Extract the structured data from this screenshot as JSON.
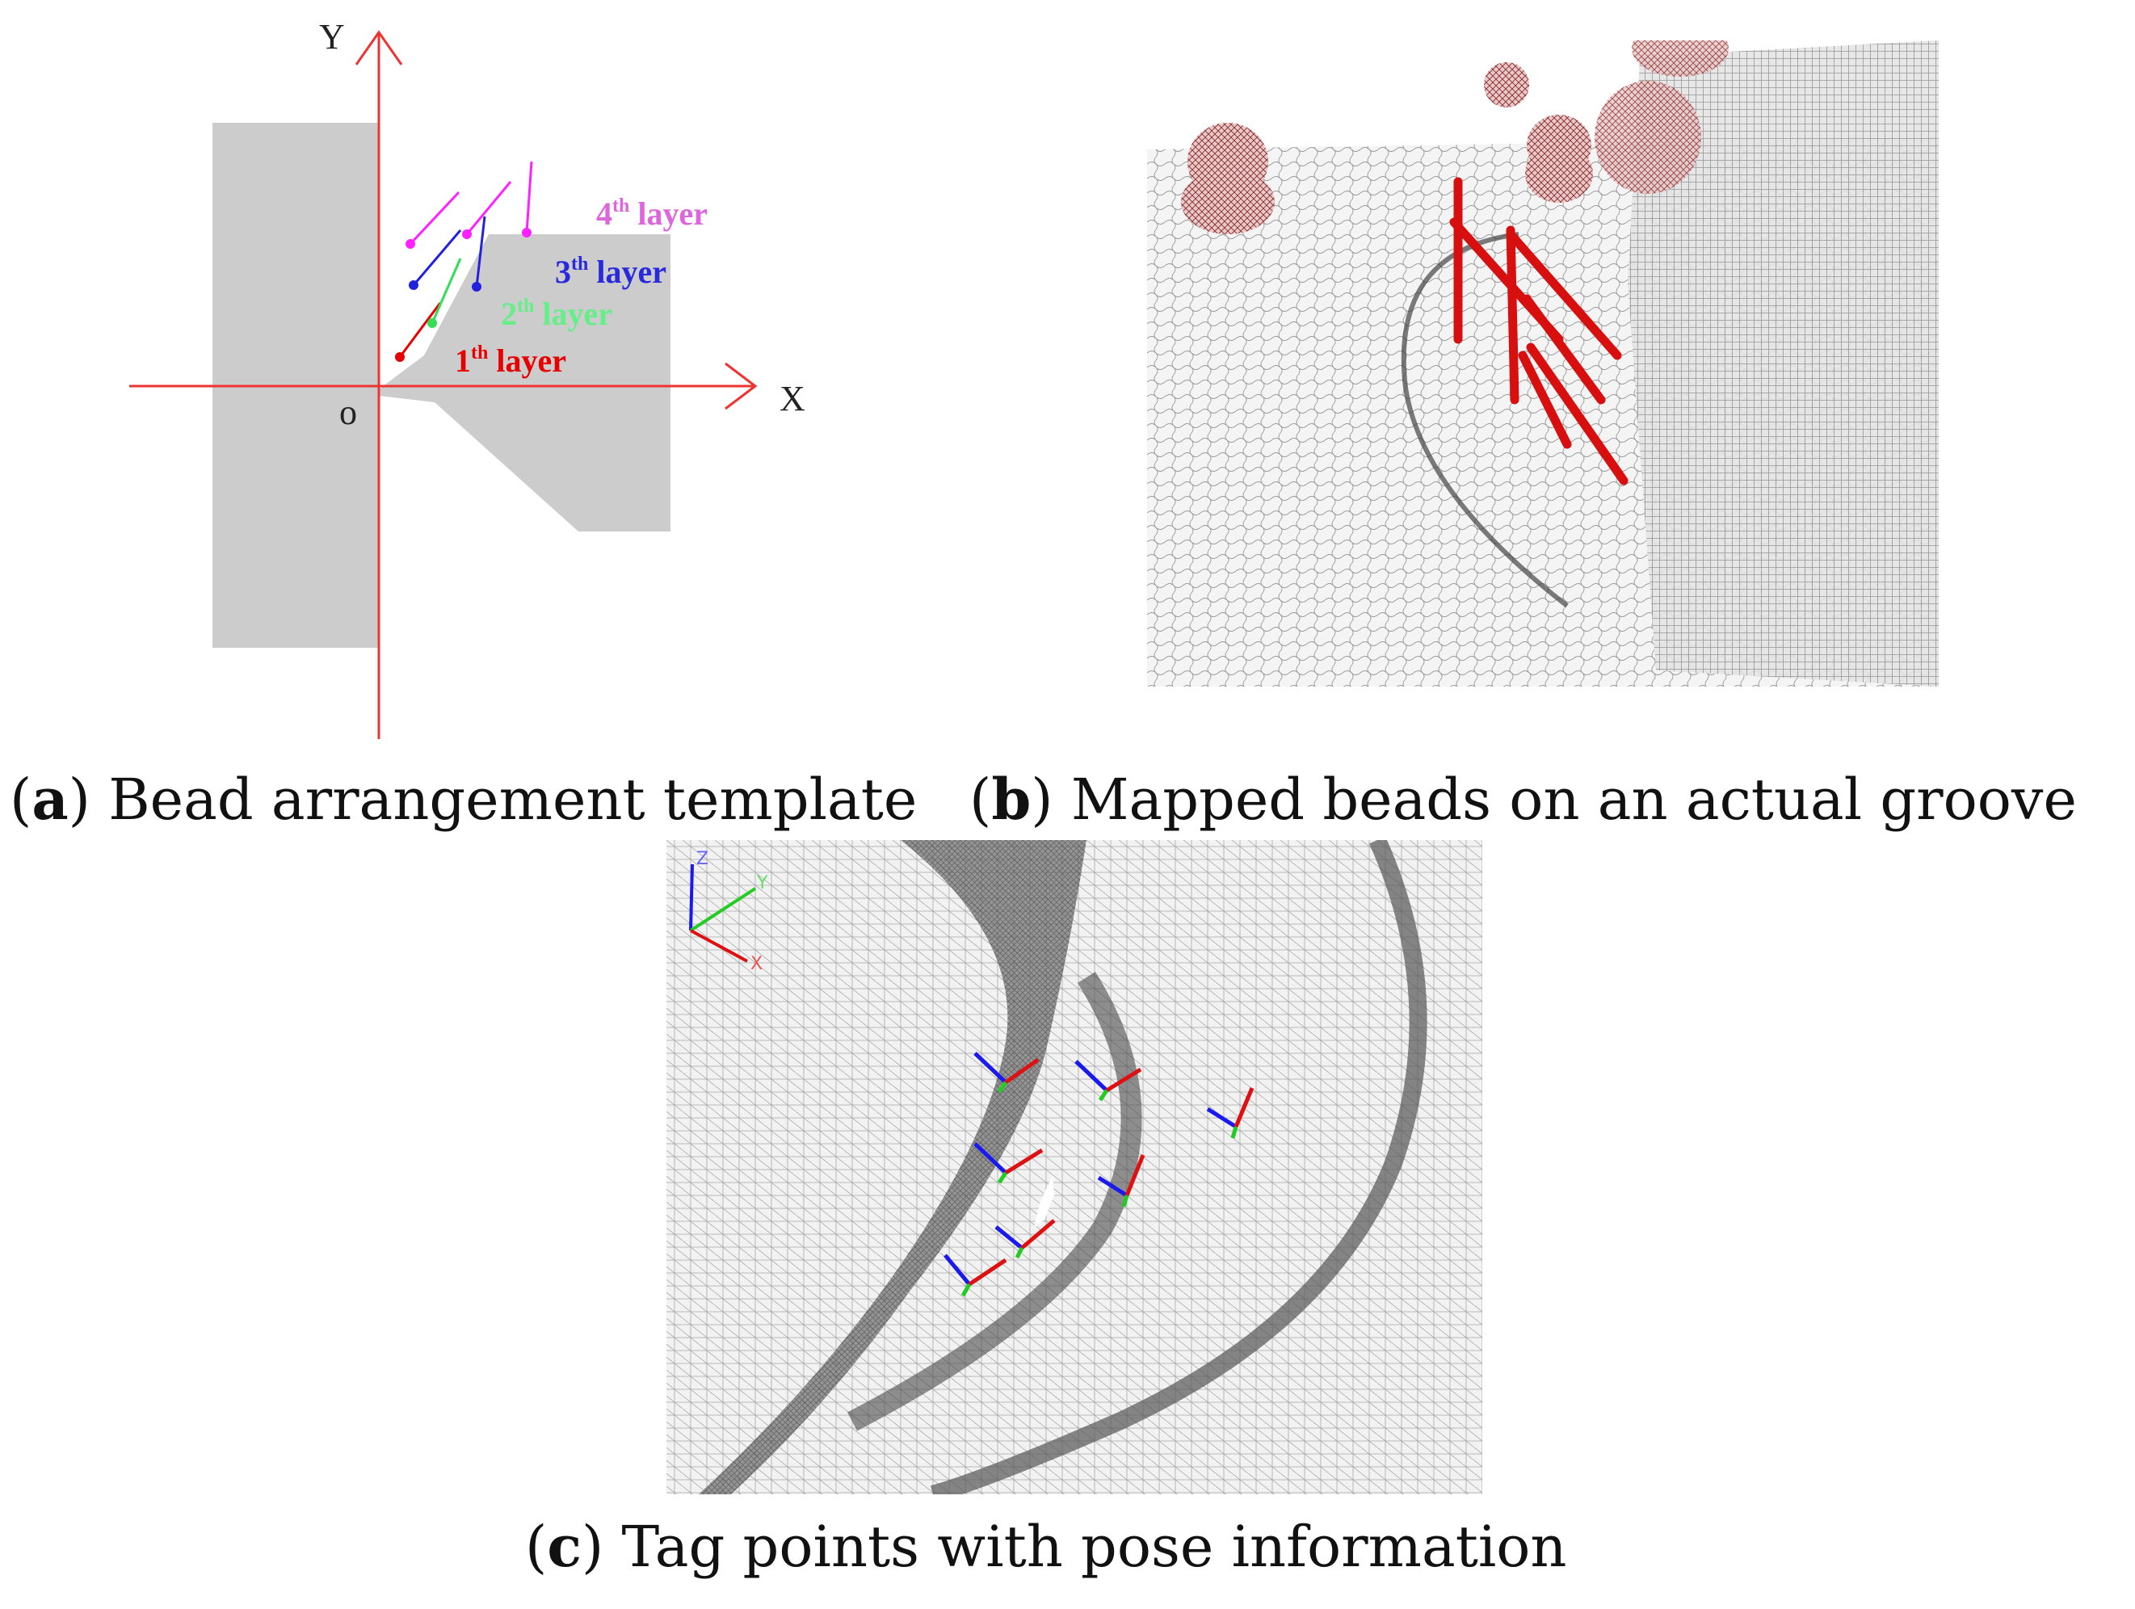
{
  "panel_a": {
    "axis_y": "Y",
    "axis_x": "X",
    "origin": "o",
    "layers": [
      {
        "ordinal": "1",
        "suffix": "th",
        "label": " layer",
        "color": "#e60000"
      },
      {
        "ordinal": "2",
        "suffix": "th",
        "label": " layer",
        "color": "#33dd55"
      },
      {
        "ordinal": "3",
        "suffix": "th",
        "label": " layer",
        "color": "#2222dd"
      },
      {
        "ordinal": "4",
        "suffix": "th",
        "label": " layer",
        "color": "#dd55dd"
      }
    ],
    "shape_color": "#cccccc",
    "axis_color": "#ee3333"
  },
  "captions": {
    "a_letter": "a",
    "a_text": " Bead arrangement template",
    "b_letter": "b",
    "b_text": " Mapped beads on an actual groove",
    "c_letter": "c",
    "c_text": " Tag points with pose information"
  },
  "panel_c": {
    "axis_z": "Z",
    "axis_y": "Y",
    "axis_x": "X"
  },
  "colors": {
    "red": "#dd1111",
    "green": "#22cc22",
    "blue": "#1a1aee",
    "mesh_dark": "#555555",
    "mesh_light": "#e8e8e8"
  }
}
